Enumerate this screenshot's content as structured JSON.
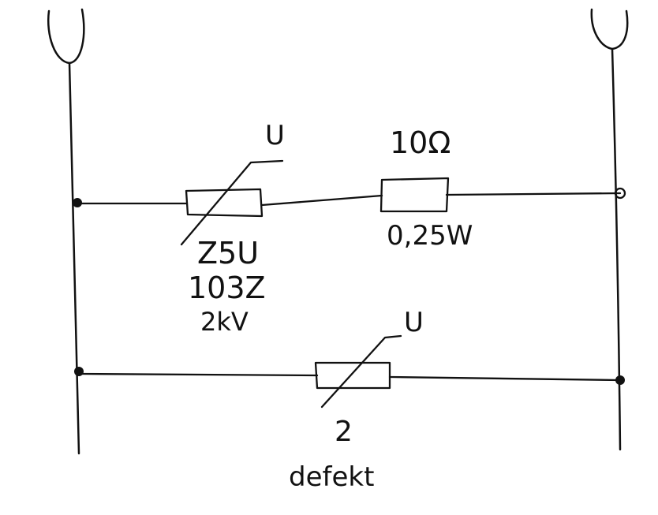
{
  "diagram": {
    "ink_color": "#111111",
    "background": "#ffffff",
    "symbols": {
      "terminal": "U-shaped-terminal-icon",
      "varistor": "varistor-symbol",
      "resistor": "resistor-symbol",
      "node": "junction-dot"
    },
    "labels": {
      "varistor_top_symbol": "U",
      "varistor_top_voltage": "Z5U",
      "varistor_top_code": "103Z",
      "varistor_top_rating": "2kV",
      "resistor_value": "10Ω",
      "resistor_power": "0,25W",
      "varistor_bottom_symbol": "U",
      "varistor_bottom_number": "2",
      "varistor_bottom_status": "defekt"
    }
  }
}
